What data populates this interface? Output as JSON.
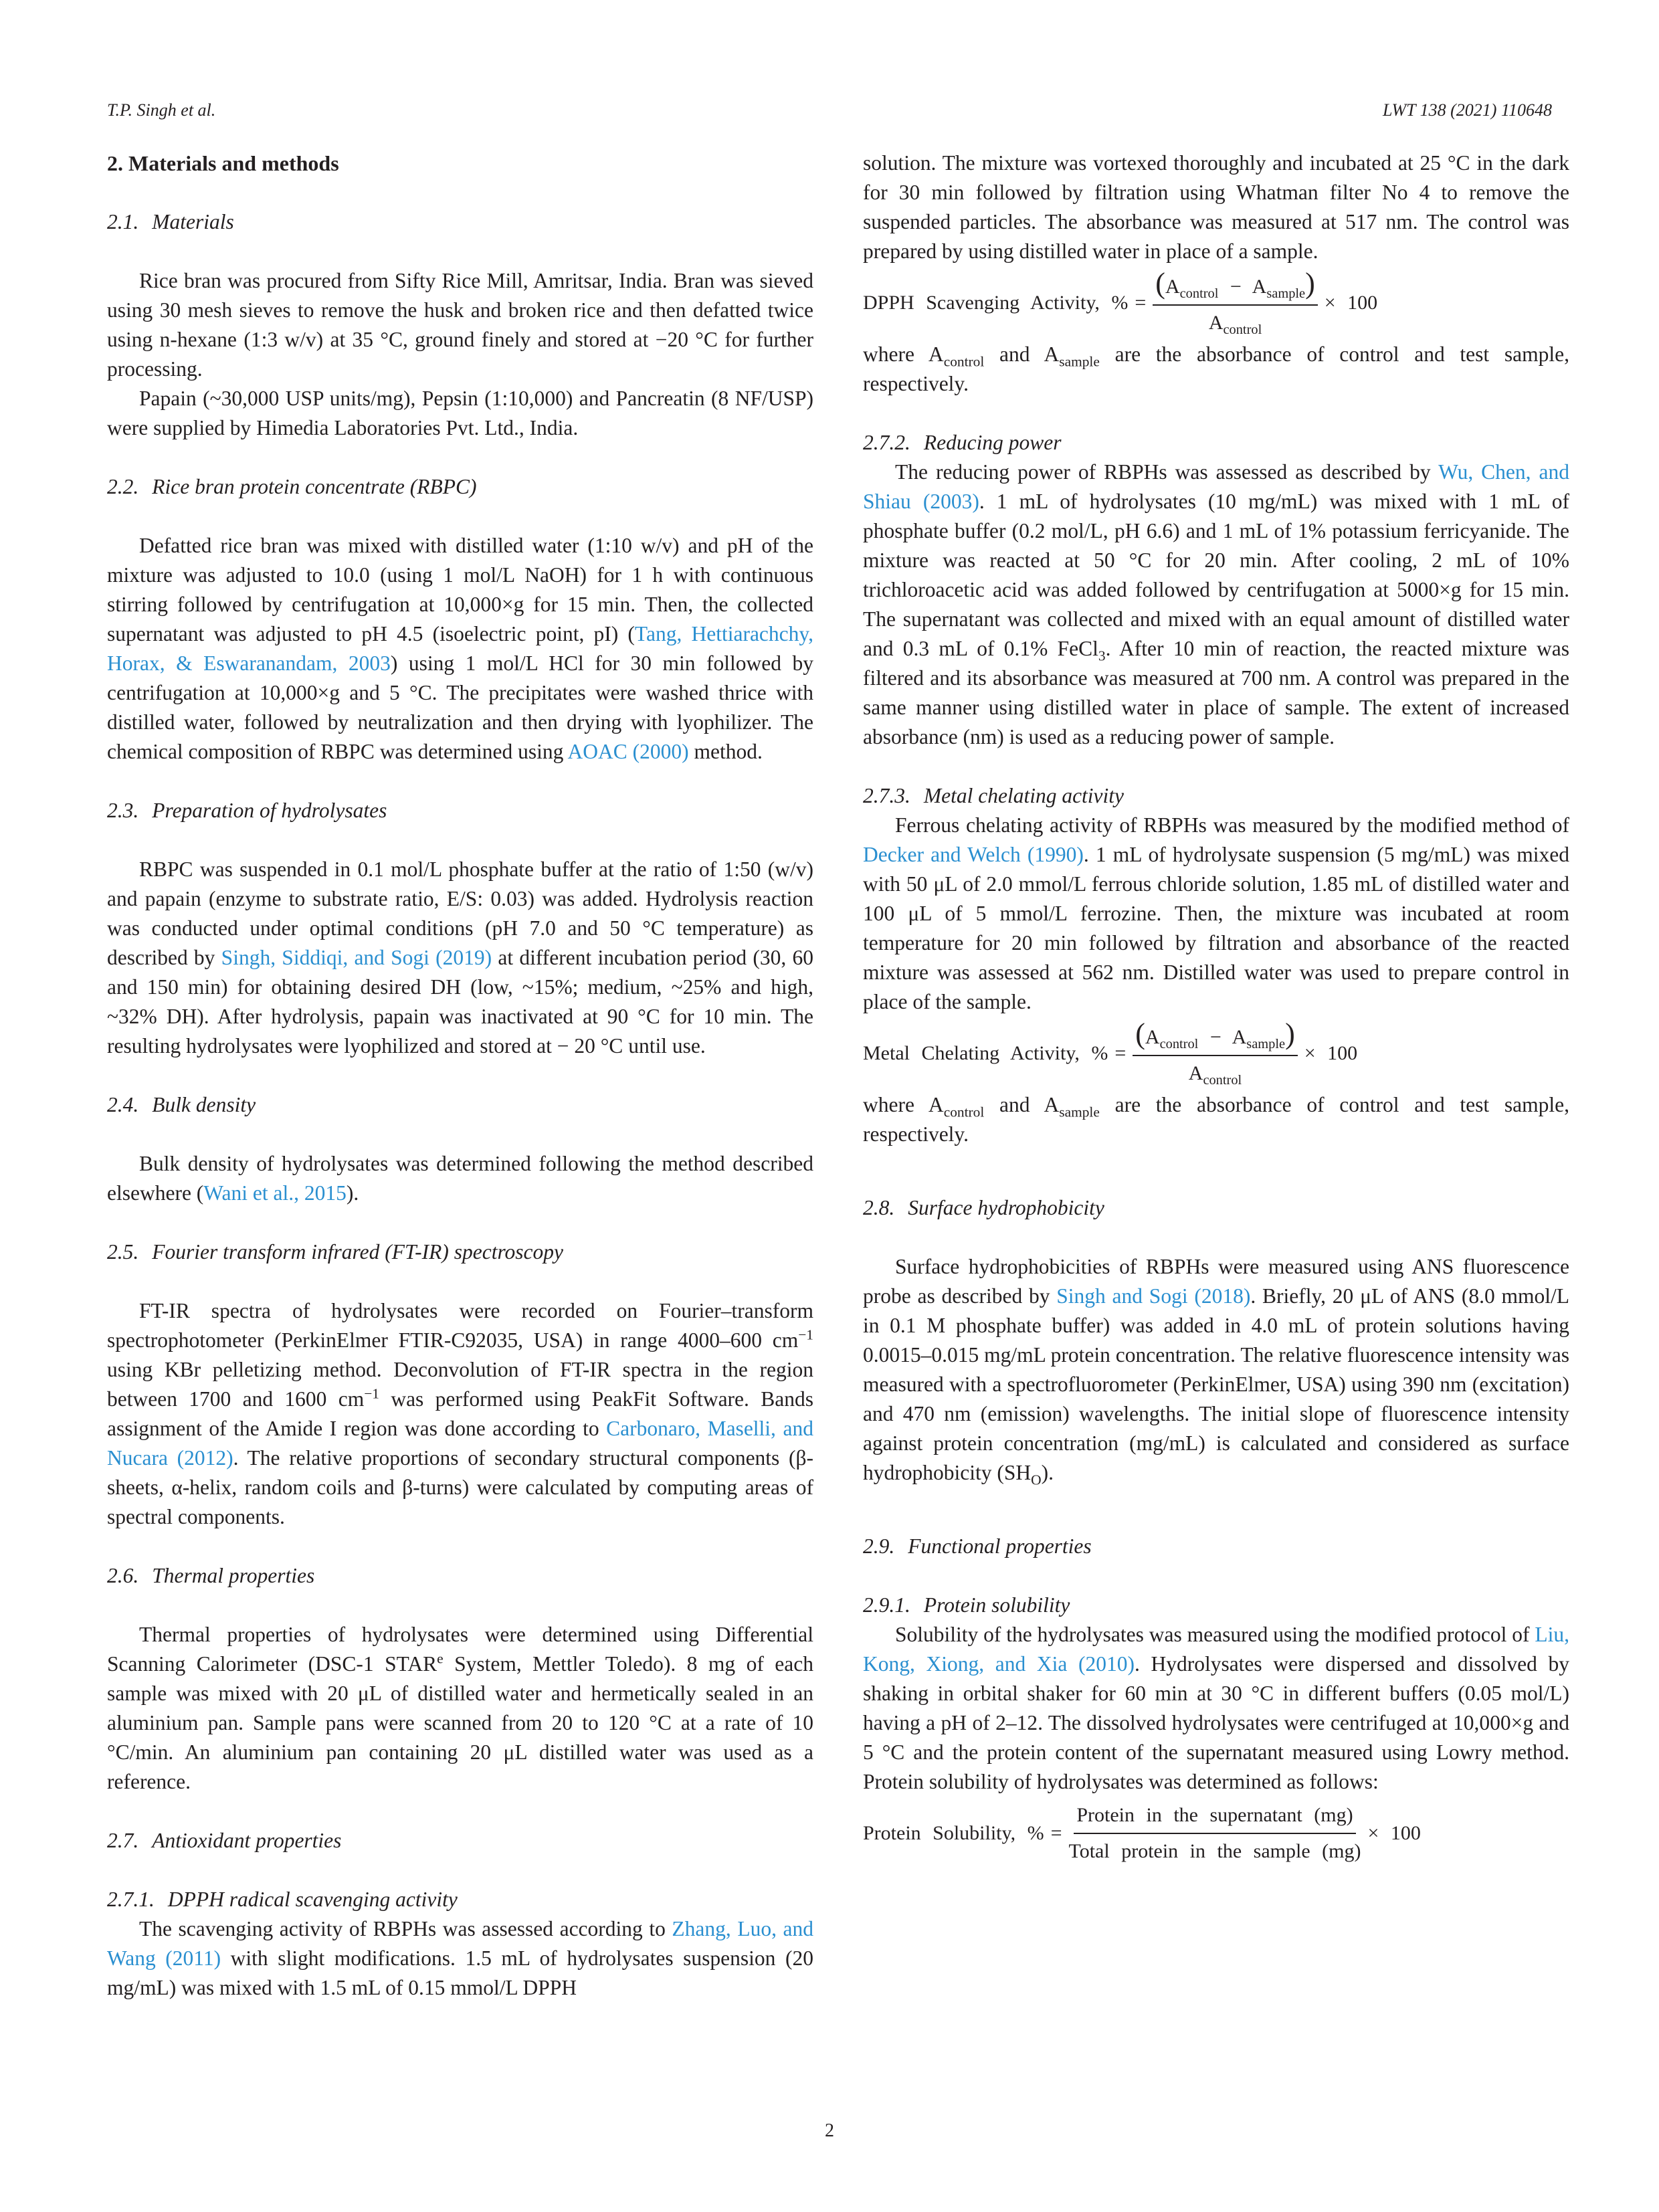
{
  "header": {
    "left": "T.P. Singh et al.",
    "right": "LWT 138 (2021) 110648"
  },
  "page_number": "2",
  "left": {
    "s2_title": "2.  Materials and methods",
    "s21_num": "2.1.",
    "s21_title": "Materials",
    "s21_p1": "Rice bran was procured from Sifty Rice Mill, Amritsar, India. Bran was sieved using 30 mesh sieves to remove the husk and broken rice and then defatted twice using n-hexane (1:3 w/v) at 35 °C, ground finely and stored at −20 °C for further processing.",
    "s21_p2": "Papain (~30,000 USP units/mg), Pepsin (1:10,000) and Pancreatin (8 NF/USP) were supplied by Himedia Laboratories Pvt. Ltd., India.",
    "s22_num": "2.2.",
    "s22_title": "Rice bran protein concentrate (RBPC)",
    "s22_p1a": "Defatted rice bran was mixed with distilled water (1:10 w/v) and pH of the mixture was adjusted to 10.0 (using 1 mol/L NaOH) for 1 h with continuous stirring followed by centrifugation at 10,000×g for 15 min. Then, the collected supernatant was adjusted to pH 4.5 (isoelectric point, pI) (",
    "s22_ref1": "Tang, Hettiarachchy, Horax, & Eswaranandam, 2003",
    "s22_p1b": ") using 1 mol/L HCl for 30 min followed by centrifugation at 10,000×g and 5 °C. The precipitates were washed thrice with distilled water, followed by neutralization and then drying with lyophilizer. The chemical composition of RBPC was determined using ",
    "s22_ref2": "AOAC (2000)",
    "s22_p1c": " method.",
    "s23_num": "2.3.",
    "s23_title": "Preparation of hydrolysates",
    "s23_p1a": "RBPC was suspended in 0.1 mol/L phosphate buffer at the ratio of 1:50 (w/v) and papain (enzyme to substrate ratio, E/S: 0.03) was added. Hydrolysis reaction was conducted under optimal conditions (pH 7.0 and 50 °C temperature) as described by ",
    "s23_ref1": "Singh, Siddiqi, and Sogi (2019)",
    "s23_p1b": " at different incubation period (30, 60 and 150 min) for obtaining desired DH (low, ~15%; medium, ~25% and high, ~32% DH). After hydrolysis, papain was inactivated at 90 °C for 10 min. The resulting hydrolysates were lyophilized and stored at − 20 °C until use.",
    "s24_num": "2.4.",
    "s24_title": "Bulk density",
    "s24_p1a": "Bulk density of hydrolysates was determined following the method described elsewhere (",
    "s24_ref1": "Wani et al., 2015",
    "s24_p1b": ").",
    "s25_num": "2.5.",
    "s25_title": "Fourier transform infrared (FT-IR) spectroscopy",
    "s25_p1a": "FT-IR spectra of hydrolysates were recorded on Fourier–transform spectrophotometer (PerkinElmer FTIR-C92035, USA) in range 4000–600 cm",
    "s25_sup1": "−1",
    "s25_p1b": " using KBr pelletizing method. Deconvolution of FT-IR spectra in the region between 1700 and 1600 cm",
    "s25_sup2": "−1",
    "s25_p1c": " was performed using PeakFit Software. Bands assignment of the Amide I region was done according to ",
    "s25_ref1": "Carbonaro, Maselli, and Nucara (2012)",
    "s25_p1d": ". The relative proportions of secondary structural components (β-sheets, α-helix, random coils and β-turns) were calculated by computing areas of spectral components.",
    "s26_num": "2.6.",
    "s26_title": "Thermal properties",
    "s26_p1a": "Thermal properties of hydrolysates were determined using Differential Scanning Calorimeter (DSC-1 STAR",
    "s26_sup": "e",
    "s26_p1b": " System, Mettler Toledo). 8 mg of each sample was mixed with 20 μL of distilled water and hermetically sealed in an aluminium pan. Sample pans were scanned from 20 to 120 °C at a rate of 10 °C/min. An aluminium pan containing 20 μL distilled water was used as a reference.",
    "s27_num": "2.7.",
    "s27_title": "Antioxidant properties",
    "s271_num": "2.7.1.",
    "s271_title": "DPPH radical scavenging activity",
    "s271_p1a": "The scavenging activity of RBPHs was assessed according to ",
    "s271_ref1": "Zhang, Luo, and Wang (2011)",
    "s271_p1b": " with slight modifications. 1.5 mL of hydrolysates suspension (20 mg/mL) was mixed with 1.5 mL of 0.15 mmol/L DPPH"
  },
  "right": {
    "s271_cont": "solution. The mixture was vortexed thoroughly and incubated at 25 °C in the dark for 30 min followed by filtration using Whatman filter No 4 to remove the suspended particles. The absorbance was measured at 517 nm. The control was prepared by using distilled water in place of a sample.",
    "eq1_label": "DPPH Scavenging Activity, %",
    "eq_num_a": "A",
    "eq_sub_control": "control",
    "eq_minus": "−",
    "eq_sub_sample": "sample",
    "eq_times": "× 100",
    "where_a": "where A",
    "where_b": " and A",
    "where_c": " are the absorbance of control and test sample, respectively.",
    "s272_num": "2.7.2.",
    "s272_title": "Reducing power",
    "s272_p1a": "The reducing power of RBPHs was assessed as described by ",
    "s272_ref1": "Wu, Chen, and Shiau (2003)",
    "s272_p1b": ". 1 mL of hydrolysates (10 mg/mL) was mixed with 1 mL of phosphate buffer (0.2 mol/L, pH 6.6) and 1 mL of 1% potassium ferricyanide. The mixture was reacted at 50 °C for 20 min. After cooling, 2 mL of 10% trichloroacetic acid was added followed by centrifugation at 5000×g for 15 min. The supernatant was collected and mixed with an equal amount of distilled water and 0.3 mL of 0.1% FeCl",
    "s272_sub": "3",
    "s272_p1c": ". After 10 min of reaction, the reacted mixture was filtered and its absorbance was measured at 700 nm. A control was prepared in the same manner using distilled water in place of sample. The extent of increased absorbance (nm) is used as a reducing power of sample.",
    "s273_num": "2.7.3.",
    "s273_title": "Metal chelating activity",
    "s273_p1a": "Ferrous chelating activity of RBPHs was measured by the modified method of ",
    "s273_ref1": "Decker and Welch (1990)",
    "s273_p1b": ". 1 mL of hydrolysate suspension (5 mg/mL) was mixed with 50 μL of 2.0 mmol/L ferrous chloride solution, 1.85 mL of distilled water and 100 μL of 5 mmol/L ferrozine. Then, the mixture was incubated at room temperature for 20 min followed by filtration and absorbance of the reacted mixture was assessed at 562 nm. Distilled water was used to prepare control in place of the sample.",
    "eq2_label": "Metal Chelating Activity, %",
    "s28_num": "2.8.",
    "s28_title": "Surface hydrophobicity",
    "s28_p1a": "Surface hydrophobicities of RBPHs were measured using ANS fluorescence probe as described by ",
    "s28_ref1": "Singh and Sogi (2018)",
    "s28_p1b": ". Briefly, 20 μL of ANS (8.0 mmol/L in 0.1 M phosphate buffer) was added in 4.0 mL of protein solutions having 0.0015–0.015 mg/mL protein concentration. The relative fluorescence intensity was measured with a spectrofluorometer (PerkinElmer, USA) using 390 nm (excitation) and 470 nm (emission) wavelengths. The initial slope of fluorescence intensity against protein concentration (mg/mL) is calculated and considered as surface hydrophobicity (SH",
    "s28_sub": "O",
    "s28_p1c": ").",
    "s29_num": "2.9.",
    "s29_title": "Functional properties",
    "s291_num": "2.9.1.",
    "s291_title": "Protein solubility",
    "s291_p1a": "Solubility of the hydrolysates was measured using the modified protocol of ",
    "s291_ref1": "Liu, Kong, Xiong, and Xia (2010)",
    "s291_p1b": ". Hydrolysates were dispersed and dissolved by shaking in orbital shaker for 60 min at 30 °C in different buffers (0.05 mol/L) having a pH of 2–12. The dissolved hydrolysates were centrifuged at 10,000×g and 5 °C and the protein content of the supernatant measured using Lowry method. Protein solubility of hydrolysates was determined as follows:",
    "eq3_label": "Protein Solubility, %",
    "eq3_num": "Protein in the supernatant (mg)",
    "eq3_den": "Total protein in the sample (mg)"
  }
}
